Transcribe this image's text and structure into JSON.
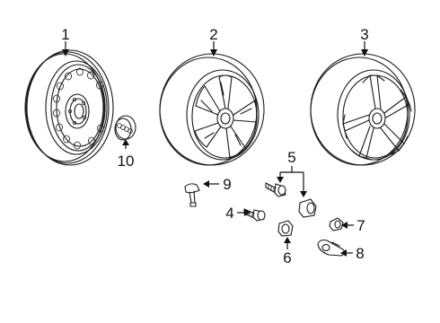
{
  "callouts": {
    "c1": "1",
    "c2": "2",
    "c3": "3",
    "c4": "4",
    "c5": "5",
    "c6": "6",
    "c7": "7",
    "c8": "8",
    "c9": "9",
    "c10": "10"
  },
  "parts": [
    {
      "callout": "1",
      "icon": "steel-spare-wheel-icon"
    },
    {
      "callout": "2",
      "icon": "alloy-wheel-icon"
    },
    {
      "callout": "3",
      "icon": "alloy-wheel-icon"
    },
    {
      "callout": "4",
      "icon": "wheel-bolt-icon"
    },
    {
      "callout": "5",
      "icon": "locking-bolt-set-icon"
    },
    {
      "callout": "6",
      "icon": "lock-adapter-icon"
    },
    {
      "callout": "7",
      "icon": "bolt-cap-icon"
    },
    {
      "callout": "8",
      "icon": "cap-removal-clip-icon"
    },
    {
      "callout": "9",
      "icon": "valve-stem-icon"
    },
    {
      "callout": "10",
      "icon": "center-cap-icon"
    }
  ],
  "colors": {
    "line": "#1a1a1a",
    "background": "#ffffff"
  }
}
